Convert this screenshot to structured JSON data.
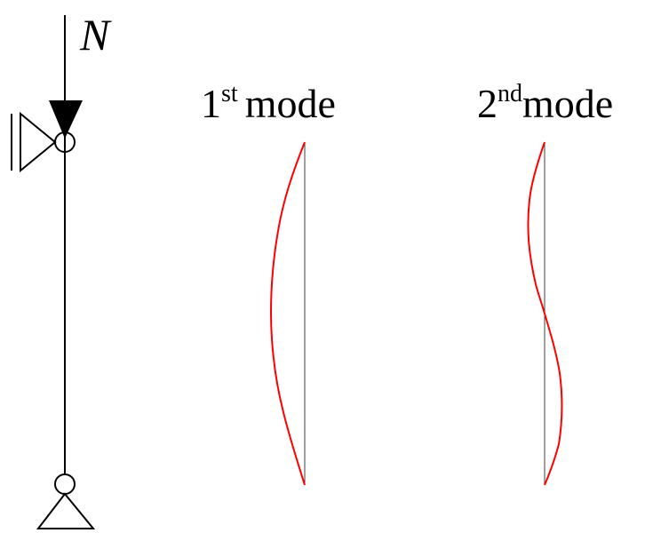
{
  "diagram": {
    "type": "column buckling mode shapes",
    "load_label": "N",
    "modes": [
      {
        "label_num": "1",
        "label_sup": "st",
        "label_word": "mode"
      },
      {
        "label_num": "2",
        "label_sup": "nd",
        "label_word": "mode"
      }
    ],
    "colors": {
      "structure": "#000000",
      "reference_line": "#404040",
      "mode_shape": "#ff0000",
      "background": "#ffffff"
    },
    "supports": {
      "top": "lateral roller (pinned)",
      "bottom": "pinned"
    }
  }
}
